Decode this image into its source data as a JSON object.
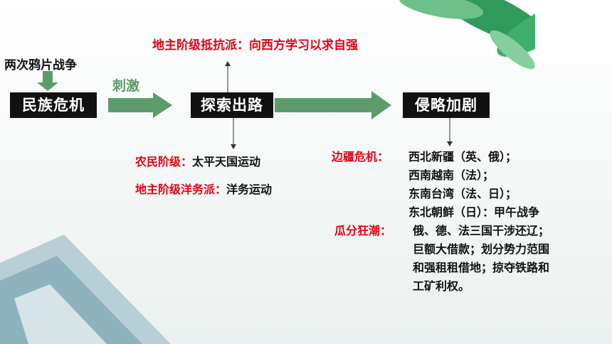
{
  "diagram": {
    "top_cause": "两次鸦片战争",
    "box1": "民族危机",
    "stimulus": "刺激",
    "box2": "探索出路",
    "box3": "侵略加剧",
    "top_class": "地主阶级抵抗派：",
    "top_desc": "向西方学习以求自强",
    "peasant_class": "农民阶级：",
    "peasant_desc": "太平天国运动",
    "westernization_class": "地主阶级洋务派：",
    "westernization_desc": "洋务运动",
    "frontier_label": "边疆危机：",
    "frontier_lines": [
      "西北新疆（英、俄）；",
      "西南越南（法）；",
      "东南台湾（法、日）；",
      "东北朝鲜（日）：甲午战争"
    ],
    "partition_label": "瓜分狂潮：",
    "partition_lines": [
      "俄、德、法三国干涉还辽；",
      "巨额大借款；划分势力范围",
      "和强租租借地；掠夺铁路和",
      "工矿利权。"
    ]
  },
  "colors": {
    "arrow": "#5d9b6b",
    "box": "#111111",
    "red": "#e60012"
  }
}
